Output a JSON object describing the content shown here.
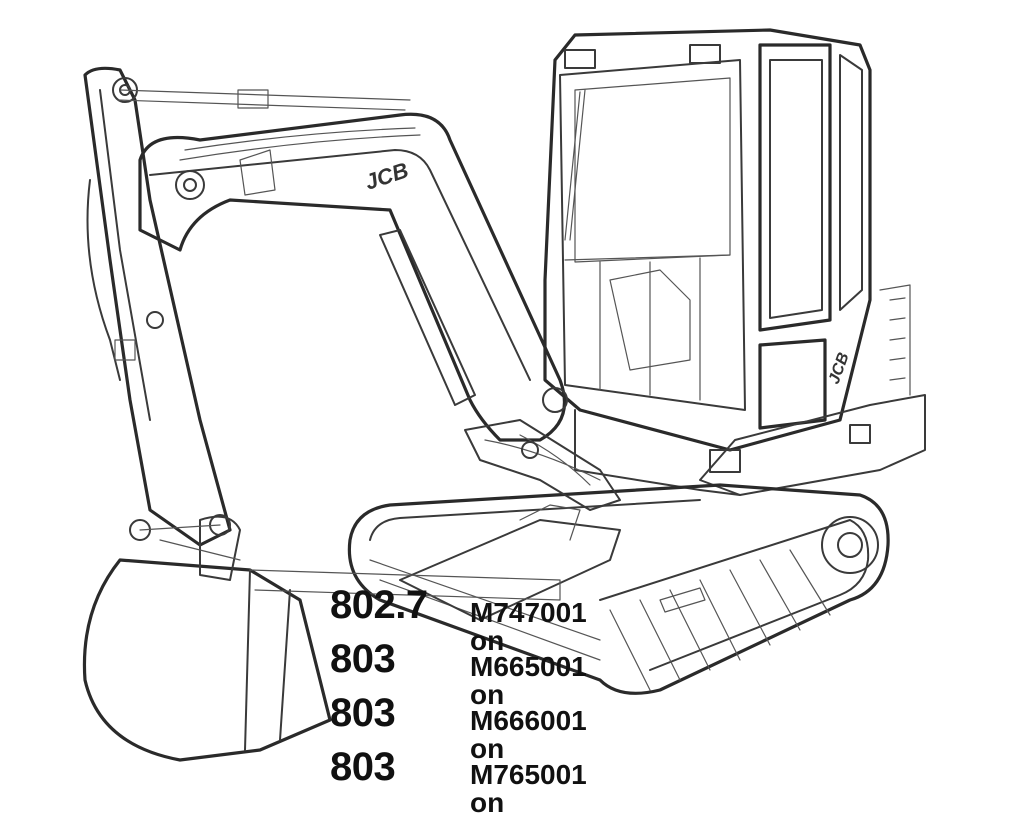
{
  "illustration": {
    "subject": "jcb-mini-excavator",
    "logo_text": "JCB"
  },
  "models": [
    {
      "model": "802.7",
      "serial": "M747001 on"
    },
    {
      "model": "803",
      "serial": "M665001 on"
    },
    {
      "model": "803",
      "serial": "M666001 on"
    },
    {
      "model": "803",
      "serial": "M765001 on"
    }
  ]
}
